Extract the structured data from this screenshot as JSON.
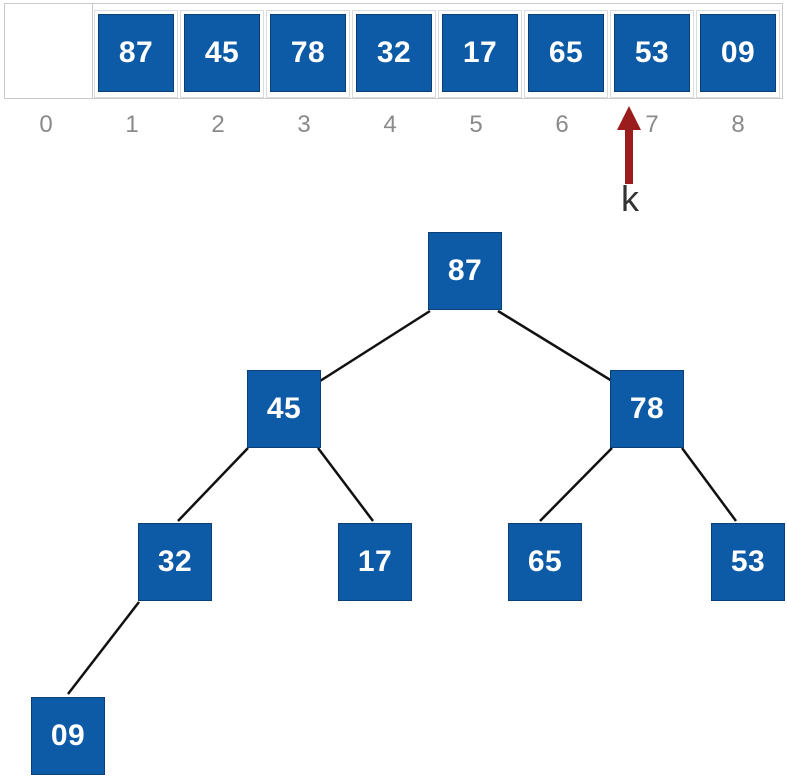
{
  "colors": {
    "node_fill": "#0d5aa7",
    "node_text": "#ffffff",
    "pointer": "#9b1c1c",
    "edge": "#111111"
  },
  "array": {
    "cells": [
      {
        "index": "0",
        "value": ""
      },
      {
        "index": "1",
        "value": "87"
      },
      {
        "index": "2",
        "value": "45"
      },
      {
        "index": "3",
        "value": "78"
      },
      {
        "index": "4",
        "value": "32"
      },
      {
        "index": "5",
        "value": "17"
      },
      {
        "index": "6",
        "value": "65"
      },
      {
        "index": "7",
        "value": "53"
      },
      {
        "index": "8",
        "value": "09"
      }
    ]
  },
  "pointer": {
    "label": "k",
    "index": 7
  },
  "tree": {
    "nodes": [
      {
        "id": "n1",
        "value": "87"
      },
      {
        "id": "n2",
        "value": "45"
      },
      {
        "id": "n3",
        "value": "78"
      },
      {
        "id": "n4",
        "value": "32"
      },
      {
        "id": "n5",
        "value": "17"
      },
      {
        "id": "n6",
        "value": "65"
      },
      {
        "id": "n7",
        "value": "53"
      },
      {
        "id": "n8",
        "value": "09"
      }
    ],
    "edges": [
      [
        "n1",
        "n2"
      ],
      [
        "n1",
        "n3"
      ],
      [
        "n2",
        "n4"
      ],
      [
        "n2",
        "n5"
      ],
      [
        "n3",
        "n6"
      ],
      [
        "n3",
        "n7"
      ],
      [
        "n4",
        "n8"
      ]
    ]
  }
}
